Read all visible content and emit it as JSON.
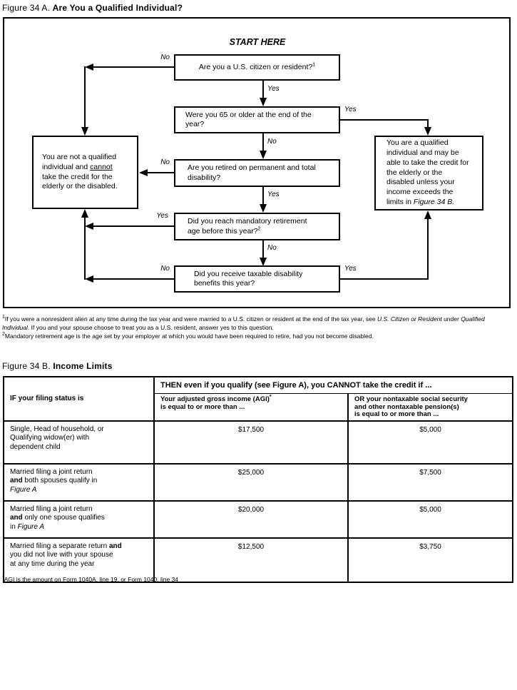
{
  "fig_a": {
    "label": "Figure 34 A.",
    "title": "Are You a Qualified Individual?"
  },
  "flowchart": {
    "start_here": "START HERE",
    "yes": "Yes",
    "no": "No",
    "q_citizen": {
      "text": "Are you a U.S. citizen or resident?",
      "sup": "1"
    },
    "q_age65": {
      "text": "Were you 65 or older at the end of the year?"
    },
    "q_disability": {
      "text": "Are you retired on permanent and total disability?"
    },
    "q_mandatory_retirement": {
      "text": "Did you reach mandatory retirement age before this year?",
      "sup": "2"
    },
    "q_taxable_benefits": {
      "text": "Did you receive taxable disability benefits this year?"
    },
    "not_qualified": {
      "a": "You are not a qualified individual and ",
      "u": "cannot",
      "b": " take the credit for the elderly or the disabled."
    },
    "qualified": {
      "a": "You are a qualified individual and may be able to take the credit for the elderly or the disabled unless your income exceeds the limits in ",
      "ref": "Figure 34 B."
    }
  },
  "footnotes": {
    "fn1": {
      "sup": "1",
      "a": "If you were a nonresident alien at any time during the tax year and were married to a U.S. citizen or resident at the end of the tax year, see ",
      "i1": "U.S. Citizen or Resident",
      "b": " under ",
      "i2": "Qualified Individual",
      "c": ". If you and your spouse choose to treat you as a U.S. resident, answer yes to this question."
    },
    "fn2": {
      "sup": "2",
      "text": "Mandatory retirement age is the age set by your employer at which you would have been required to retire, had you not become disabled."
    },
    "agi": {
      "sup": "*",
      "text": "AGI is the amount on Form 1040A, line 19, or Form 1040, line 34"
    }
  },
  "fig_b": {
    "label": "Figure 34 B.",
    "title": "Income Limits"
  },
  "table": {
    "if_header": "IF your filing status is",
    "then_header": "THEN even if you qualify (see Figure A), you CANNOT take the credit if ...",
    "agi_header": {
      "l1": "Your adjusted gross income (AGI)",
      "sup": "*",
      "l2": "is equal to or more than ..."
    },
    "ss_header": {
      "l1": "OR your nontaxable social security",
      "l2": "and other nontaxable pension(s)",
      "l3": "is equal to or more than ..."
    },
    "rows": [
      {
        "l1": "Single, Head of household, or",
        "l2": "Qualifying widow(er) with",
        "l3": "dependent child",
        "agi": "$17,500",
        "ss": "$5,000"
      },
      {
        "l1": "Married filing a joint return",
        "bold": "and",
        "l2": " both spouses qualify in",
        "italic": "Figure A",
        "agi": "$25,000",
        "ss": "$7,500"
      },
      {
        "l1": "Married filing a joint return",
        "bold": "and",
        "l2": " only one spouse qualifies",
        "l3": "in ",
        "italic": "Figure A",
        "agi": "$20,000",
        "ss": "$5,000"
      },
      {
        "l1": "Married filing a separate return ",
        "bold": "and",
        "l2": "you did not live with your spouse",
        "l3": "at any time during the year",
        "agi": "$12,500",
        "ss": "$3,750"
      }
    ]
  }
}
